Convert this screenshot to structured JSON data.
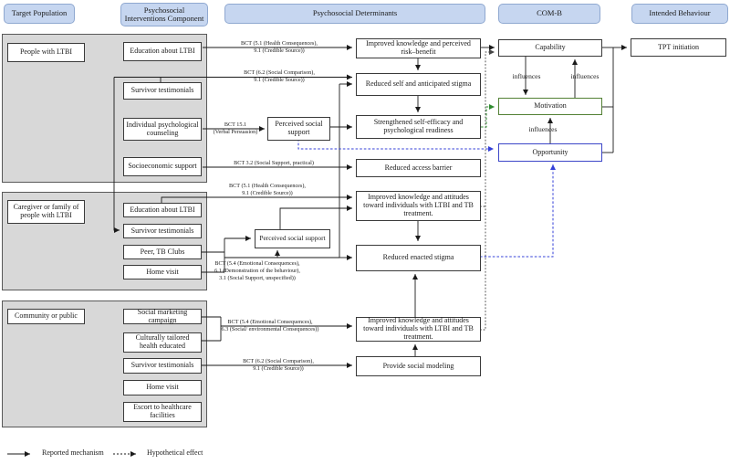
{
  "headers": [
    "Target Population",
    "Psychosocial Interventions Component",
    "Psychosocial Determinants",
    "COM-B",
    "Intended Behaviour"
  ],
  "groups": [
    {
      "population": "People with LTBI",
      "components": [
        "Education about LTBI",
        "Survivor testimonials",
        "Individual psychological counseling",
        "Socioeconomic support"
      ]
    },
    {
      "population": "Caregiver or family of people with LTBI",
      "components": [
        "Education about LTBI",
        "Survivor testimonials",
        "Peer, TB Clubs",
        "Home visit"
      ]
    },
    {
      "population": "Community or public",
      "components": [
        "Social marketing campaign",
        "Culturally tailored health educated",
        "Survivor testimonials",
        "Home visit",
        "Escort to healthcare facilities"
      ]
    }
  ],
  "bct_labels": {
    "g1_education": [
      "BCT (5.1 (Health Consequences),",
      "9.1 (Credible Source))"
    ],
    "g1_survivor": [
      "BCT (6.2 (Social Comparison),",
      "9.1 (Credible Source))"
    ],
    "g1_counseling": [
      "BCT 15.1",
      "(Verbal Persuasion)"
    ],
    "g1_socioeconomic": [
      "BCT 3.2 (Social Support, practical)"
    ],
    "g2_education": [
      "BCT (5.1 (Health Consequences),",
      "9.1 (Credible Source))"
    ],
    "g2_peer_home": [
      "BCT (5.4 (Emotional Consequences),",
      "6.1 (Demonstration of the behaviour),",
      "3.1 (Social Support, unspecified))"
    ],
    "g3_campaign": [
      "BCT (5.4 (Emotional Consequences),",
      "6.3 (Social/ environmental Consequences))"
    ],
    "g3_survivor": [
      "BCT (6.2 (Social Comparison),",
      "9.1 (Credible Source))"
    ]
  },
  "determinants": [
    "Improved knowledge and perceived risk–benefit",
    "Reduced self and anticipated stigma",
    "Strengthened self-efficacy and psychological readiness",
    "Reduced access barrier",
    "Improved knowledge and attitudes toward individuals with LTBI and TB treatment.",
    "Reduced enacted stigma",
    "Improved knowledge and attitudes toward individuals with LTBI and TB treatment.",
    "Provide social modeling"
  ],
  "mediators": [
    "Perceived social support",
    "Perceived social support"
  ],
  "comb": {
    "capability": "Capability",
    "motivation": "Motivation",
    "opportunity": "Opportunity"
  },
  "influences": [
    "influences",
    "influences",
    "influences"
  ],
  "behaviour": "TPT initiation",
  "legend": {
    "reported": "Reported mechanism",
    "hypothetical": "Hypothetical effect"
  },
  "colors": {
    "header_fill": "#c6d6f0",
    "header_border": "#8fa8d0",
    "group_fill": "#d8d8d8",
    "box_border": "#3a3a3a",
    "motivation_green": "#538135",
    "opportunity_blue": "#3c46c8",
    "hypothetical_blue": "#3440d8",
    "hypothetical_green": "#2f8b2f",
    "arrow_black": "#1a1a1a"
  }
}
